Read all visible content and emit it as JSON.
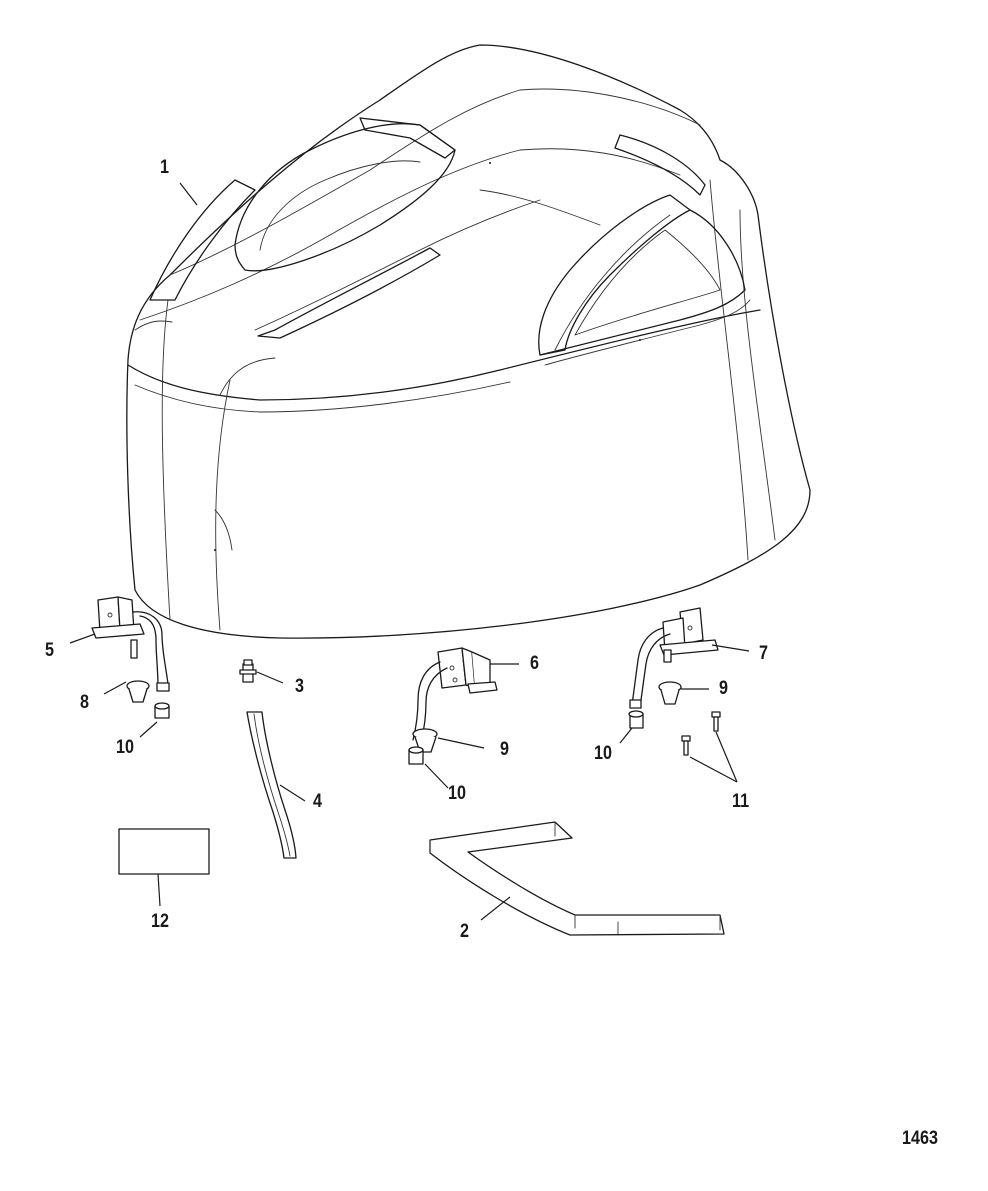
{
  "callouts": {
    "c1": "1",
    "c2": "2",
    "c3": "3",
    "c4": "4",
    "c5": "5",
    "c6": "6",
    "c7": "7",
    "c8": "8",
    "c9a": "9",
    "c9b": "9",
    "c10a": "10",
    "c10b": "10",
    "c10c": "10",
    "c11": "11",
    "c12": "12"
  },
  "figure_number": "1463",
  "colors": {
    "line": "#1a1a1a",
    "background": "#ffffff"
  }
}
